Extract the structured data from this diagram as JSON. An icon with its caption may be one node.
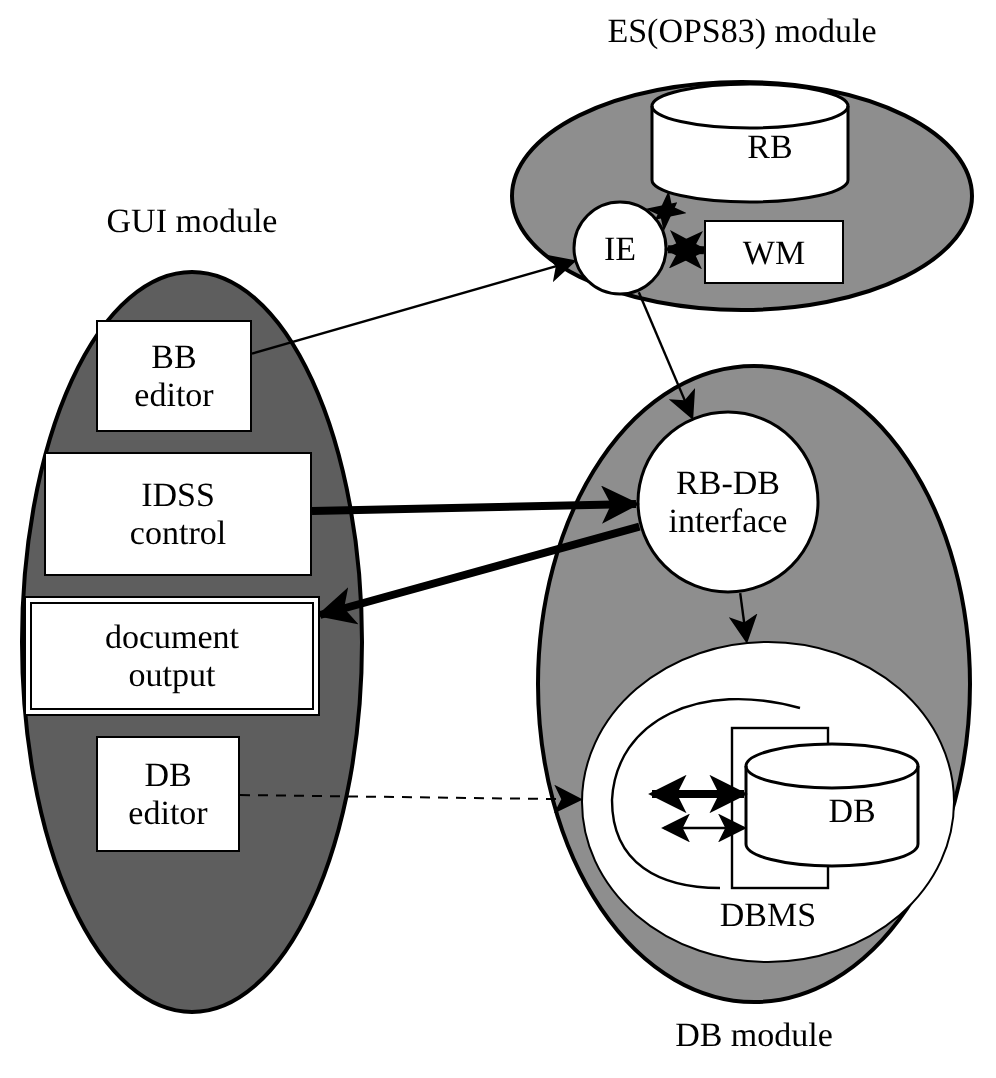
{
  "diagram": {
    "nodes": [
      {
        "text": [
          "GUI module"
        ]
      },
      {
        "text": [
          "BB editor"
        ],
        "in": 0
      },
      {
        "text": [
          "IDSS control"
        ],
        "in": 0
      },
      {
        "text": [
          "document output"
        ],
        "in": 0
      },
      {
        "text": [
          "DB editor"
        ],
        "in": 0
      },
      {
        "text": [
          "ES(OPS83) module"
        ]
      },
      {
        "text": [
          "RB"
        ],
        "in": 5
      },
      {
        "text": [
          "IE"
        ],
        "in": 5
      },
      {
        "text": [
          "WM"
        ],
        "in": 5
      },
      {
        "text": [
          "DB module"
        ]
      },
      {
        "text": [
          "RB-DB interface"
        ],
        "in": 9
      },
      {
        "text": [
          "DBMS"
        ],
        "in": 9
      },
      {
        "text": [
          "DB"
        ],
        "in": 11
      }
    ],
    "edges": [
      {
        "from": 1,
        "to": 7,
        "arrow": "to"
      },
      {
        "from": 7,
        "to": 6,
        "arrow": "both"
      },
      {
        "from": 7,
        "to": 8,
        "arrow": "both",
        "style": "thick"
      },
      {
        "from": 7,
        "to": 10,
        "arrow": "to"
      },
      {
        "from": 2,
        "to": 10,
        "arrow": "to",
        "style": "thick"
      },
      {
        "from": 10,
        "to": 3,
        "arrow": "to",
        "style": "thick"
      },
      {
        "from": 10,
        "to": 11,
        "arrow": "to"
      },
      {
        "from": 4,
        "to": 11,
        "arrow": "to",
        "style": "dashed"
      },
      {
        "from": 11,
        "to": 12,
        "arrow": "both",
        "style": "thick"
      },
      {
        "from": 11,
        "to": 12,
        "arrow": "both"
      }
    ]
  }
}
